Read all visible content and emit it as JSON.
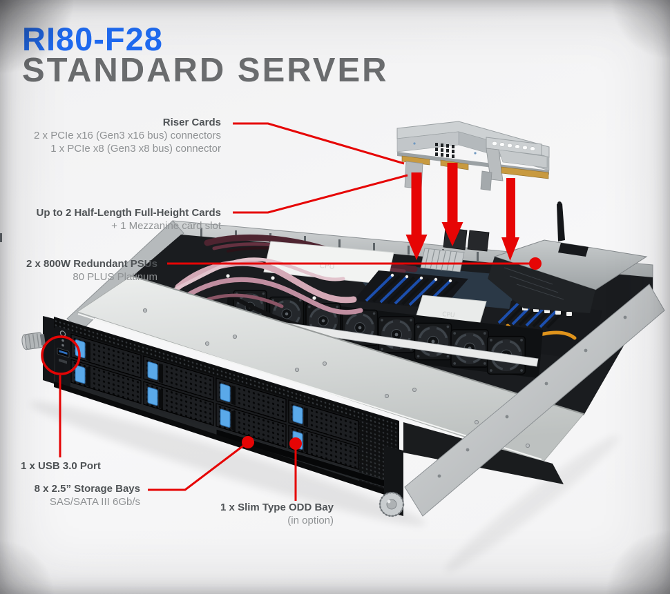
{
  "title": {
    "model": "RI80-F28",
    "subtitle": "STANDARD SERVER"
  },
  "colors": {
    "model_blue": "#1f6bf2",
    "subtitle_gray": "#6a6c6e",
    "callout_red": "#e60505",
    "heading_gray": "#4f5356",
    "subtext_gray": "#8f9294"
  },
  "callouts": {
    "riser": {
      "heading": "Riser Cards",
      "lines": [
        "2 x PCIe x16 (Gen3 x16 bus) connectors",
        "1 x PCIe x8 (Gen3 x8 bus) connector"
      ]
    },
    "half_length": {
      "heading": "Up to 2 Half-Length Full-Height Cards",
      "lines": [
        "+ 1 Mezzanine card slot"
      ]
    },
    "psu": {
      "heading": "2 x 800W Redundant PSUs",
      "lines": [
        "80 PLUS Platinum"
      ]
    },
    "usb": {
      "heading": "1 x USB 3.0 Port",
      "lines": []
    },
    "storage": {
      "heading": "8 x 2.5” Storage Bays",
      "lines": [
        "SAS/SATA III 6Gb/s"
      ]
    },
    "odd": {
      "heading": "1 x Slim Type ODD Bay",
      "lines": [
        "(in option)"
      ]
    }
  },
  "illustration": {
    "subject": "1U rack server, isometric front-left view, lid removed",
    "shroud_label": "CPU"
  }
}
